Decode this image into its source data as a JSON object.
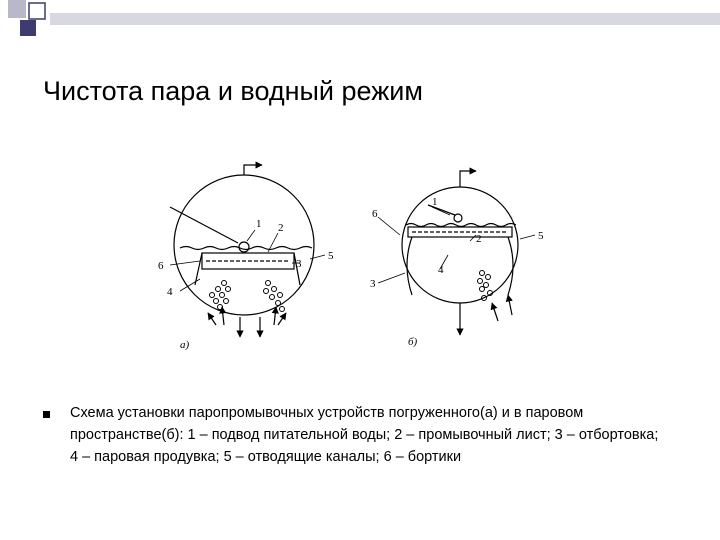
{
  "slide": {
    "title": "Чистота пара и водный режим",
    "caption": "Схема установки паропромывочных устройств погруженного(а) и в паровом пространстве(б): 1 – подвод питательной воды; 2 – промывочный лист; 3 – отбортовка; 4 – паровая продувка; 5 – отводящие каналы; 6 – бортики"
  },
  "diagram": {
    "left": {
      "sublabel": "а)",
      "labels": {
        "n1": "1",
        "n2": "2",
        "n3": "3",
        "n4": "4",
        "n5": "5",
        "n6": "6"
      }
    },
    "right": {
      "sublabel": "б)",
      "labels": {
        "n1": "1",
        "n2": "2",
        "n3": "3",
        "n4": "4",
        "n5": "5",
        "n6": "6"
      }
    }
  },
  "colors": {
    "decor_dark": "#3c3c6e",
    "decor_light": "#b8b8c8",
    "decor_band": "#d8d8e0"
  }
}
